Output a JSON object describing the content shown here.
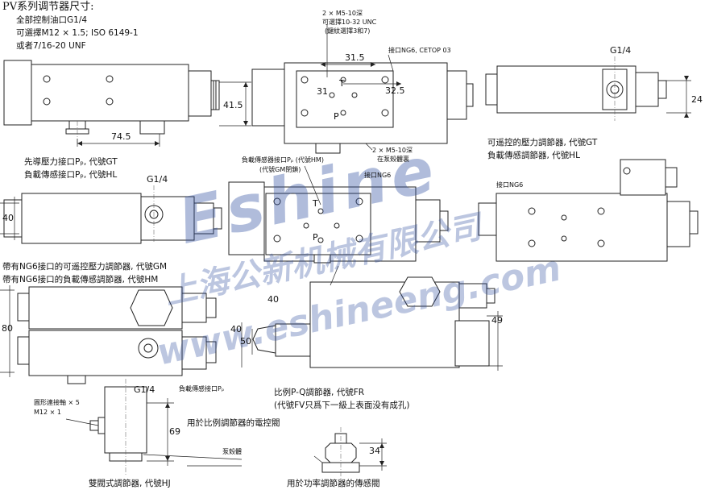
{
  "title": "PV系列调节器尺寸:",
  "notes": {
    "port_line1": "全部控制油口G1/4",
    "port_line2": "可選擇M12 × 1.5; ISO 6149-1",
    "port_line3": "或者7/16-20 UNF"
  },
  "top_center": {
    "screw_line1": "2 × M5-10深",
    "screw_line2": "可選擇10-32 UNC",
    "screw_line3": "(鍵紋選擇3和7)",
    "interface": "接口NG6, CETOP 03",
    "screw_bottom1": "2 × M5-10深",
    "screw_bottom2": "在泵殼體裏"
  },
  "labels": {
    "gt_hl1": "先導壓力接口Pₚ, 代號GT",
    "gt_hl2": "負載傳感接口Pₚ, 代號HL",
    "remote_gt": "可遥控的壓力調節器, 代號GT",
    "remote_hl": "負載傳感調節器, 代號HL",
    "load_port_hm": "負載傳感器接口Pₚ (代號HM)",
    "gm_closed": "(代號GM閉鎖)",
    "ng6_a": "接口NG6",
    "ng6_b": "接口NG6",
    "gm_line": "帶有NG6接口的可遥控壓力調節器, 代號GM",
    "hm_line": "帶有NG6接口的負載傳感調節器, 代號HM",
    "load_port": "負載傳感接口Pₚ",
    "fr_line1": "比例P-Q調節器, 代號FR",
    "fr_line2": "(代號FV只爲下一級上表面没有成孔)",
    "round_conn1": "圓形連接軸 × 5",
    "round_conn2": "M12 × 1",
    "prop_valve": "用於比例調節器的電控閥",
    "pump_body": "泵殼體",
    "hj": "雙閥式調節器, 代號HJ",
    "power_sensor": "用於功率調節器的傳感閥"
  },
  "dimensions": {
    "d41_5": "41.5",
    "d74_5": "74.5",
    "d31_5": "31.5",
    "d31": "31",
    "d32_5": "32.5",
    "g14_a": "G1/4",
    "d24": "24",
    "g14_b": "G1/4",
    "d40_a": "40",
    "d80": "80",
    "g14_c": "G1/4",
    "d40_b": "40",
    "d40_c": "40",
    "d50": "50",
    "d49": "49",
    "d69": "69",
    "d34": "34"
  },
  "port_letters": {
    "t1": "T",
    "p1": "P",
    "t2": "T",
    "p2": "P"
  },
  "watermark": {
    "text1": "Eshine",
    "text2": "上海公新机械有限公司",
    "text3": "www.eshineeng.com"
  },
  "colors": {
    "watermark": "#2f4fa0",
    "line": "#222222"
  }
}
